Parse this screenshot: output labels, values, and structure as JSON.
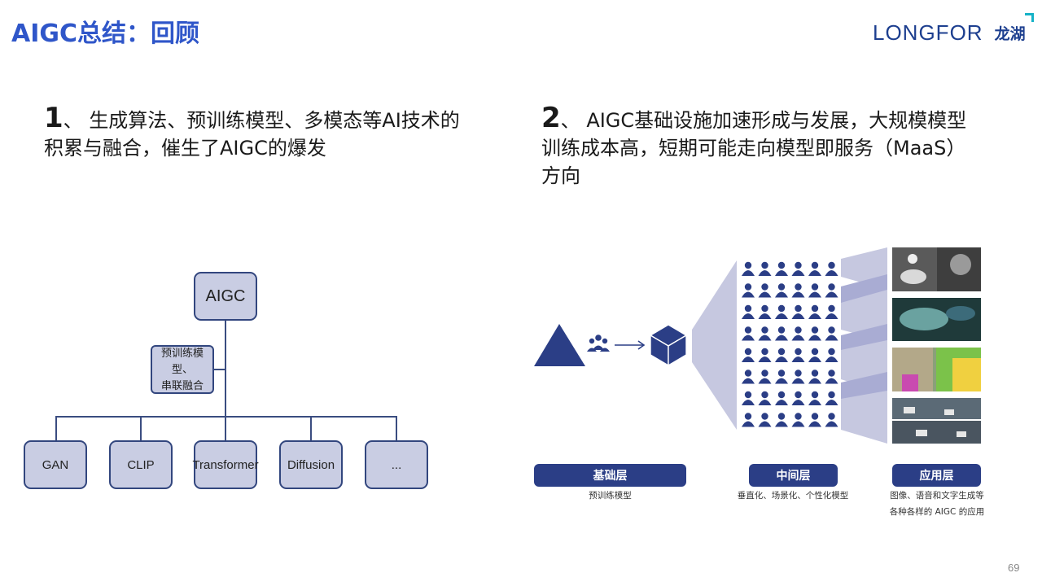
{
  "header": {
    "title": "AIGC总结：回顾",
    "logo_en": "LONGFOR",
    "logo_cn": "龙湖"
  },
  "points": [
    {
      "num": "1",
      "sep": "、 ",
      "text": "生成算法、预训练模型、多模态等AI技术的积累与融合，催生了AIGC的爆发"
    },
    {
      "num": "2",
      "sep": "、 ",
      "text": "AIGC基础设施加速形成与发展，大规模模型训练成本高，短期可能走向模型即服务（MaaS）方向"
    }
  ],
  "tree": {
    "root": "AIGC",
    "middle": [
      "预训练模型、",
      "串联融合"
    ],
    "leaves": [
      "GAN",
      "CLIP",
      "Transformer",
      "Diffusion",
      "..."
    ]
  },
  "layers": [
    {
      "label": "基础层",
      "caption": [
        "预训练模型"
      ]
    },
    {
      "label": "中间层",
      "caption": [
        "垂直化、场景化、个性化模型"
      ]
    },
    {
      "label": "应用层",
      "caption": [
        "图像、语音和文字生成等",
        "各种各样的 AIGC 的应用"
      ]
    }
  ],
  "colors": {
    "title_blue": "#2f56c9",
    "navy": "#2b3e86",
    "box_fill": "#c9cde3",
    "funnel": "#c6c8e0"
  },
  "page_number": "69"
}
